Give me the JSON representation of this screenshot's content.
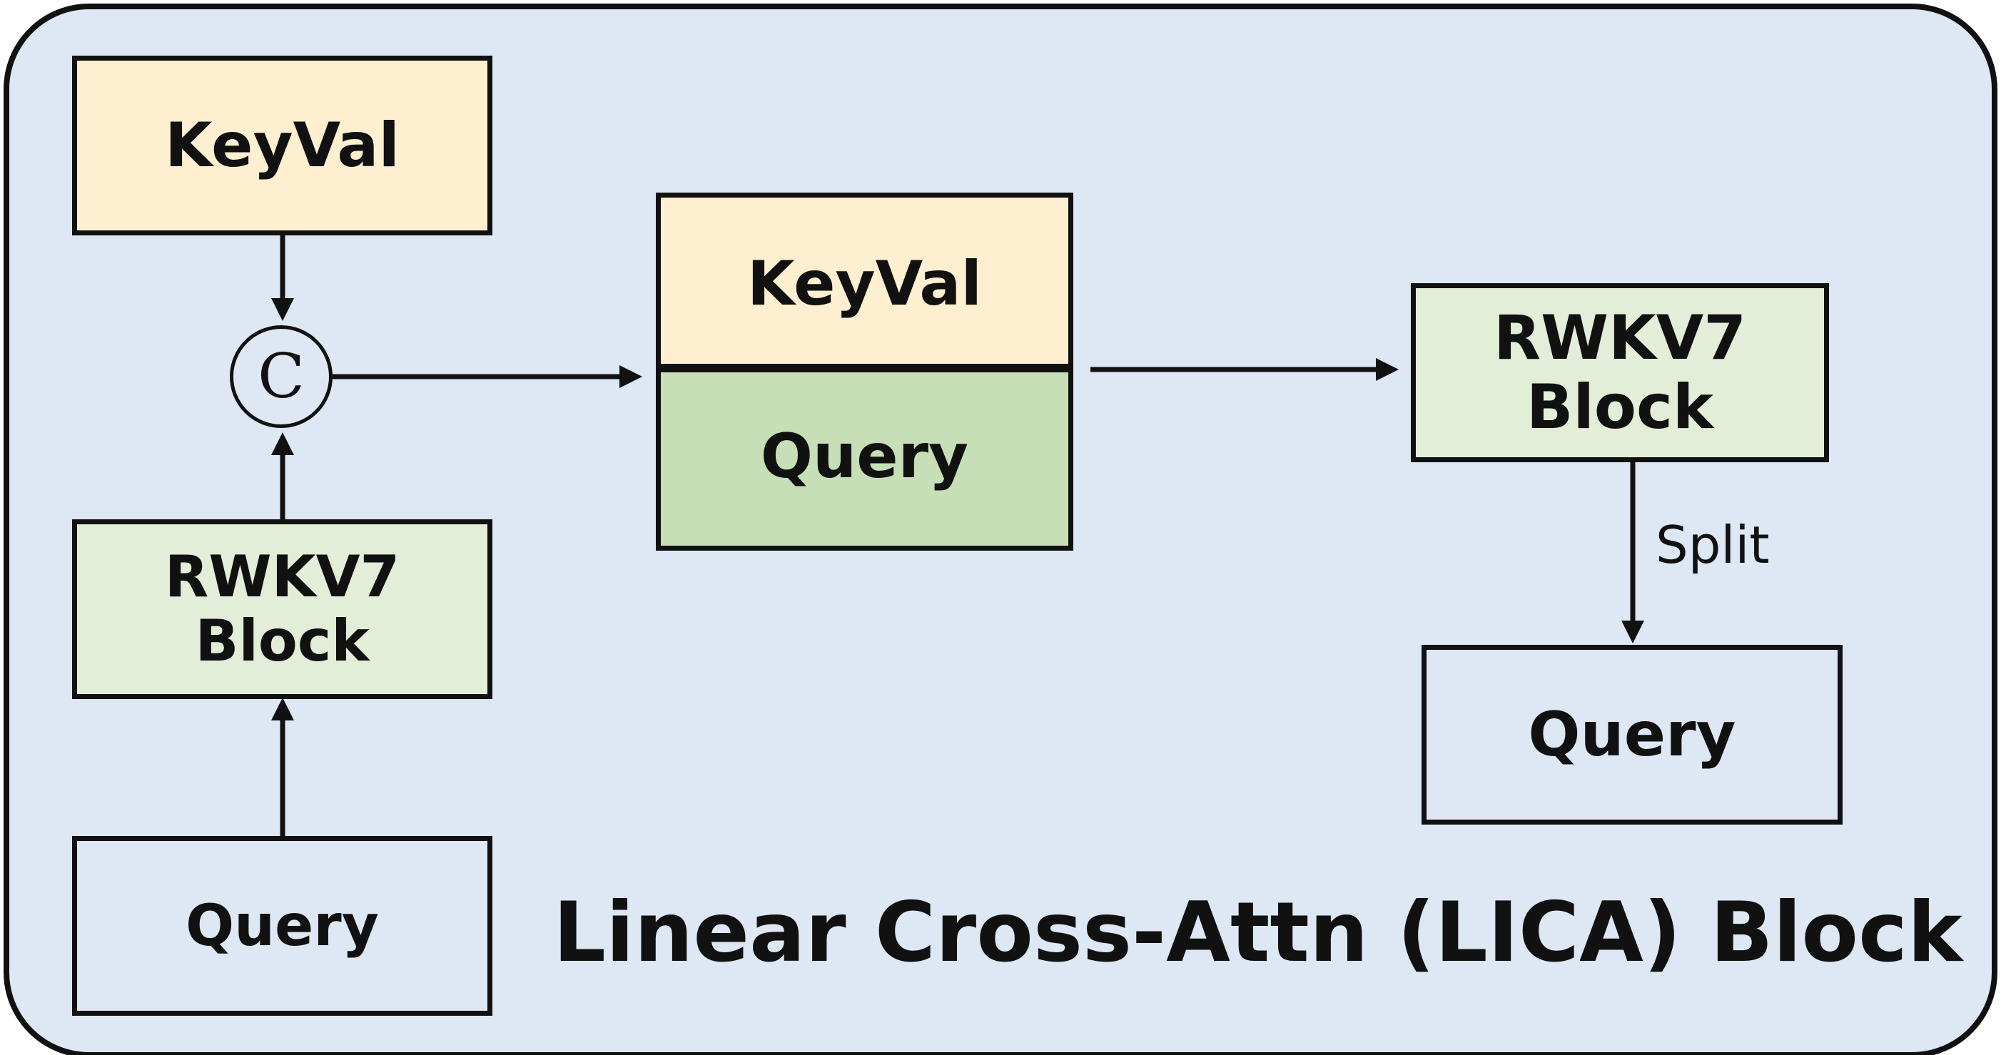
{
  "boxes": {
    "keyval_input": "KeyVal",
    "rwkv7_left_line1": "RWKV7",
    "rwkv7_left_line2": "Block",
    "query_input": "Query",
    "keyval_stacked": "KeyVal",
    "query_stacked": "Query",
    "rwkv7_right_line1": "RWKV7",
    "rwkv7_right_line2": "Block",
    "query_output": "Query"
  },
  "concat_symbol": "C",
  "split_label": "Split",
  "title": "Linear Cross-Attn (LICA) Block",
  "colors": {
    "background": "#dde8f4",
    "keyval_fill": "#fdefcf",
    "rwkv_fill": "#e3eed9",
    "query_stacked_fill": "#c6dfb7",
    "stroke": "#111111"
  }
}
